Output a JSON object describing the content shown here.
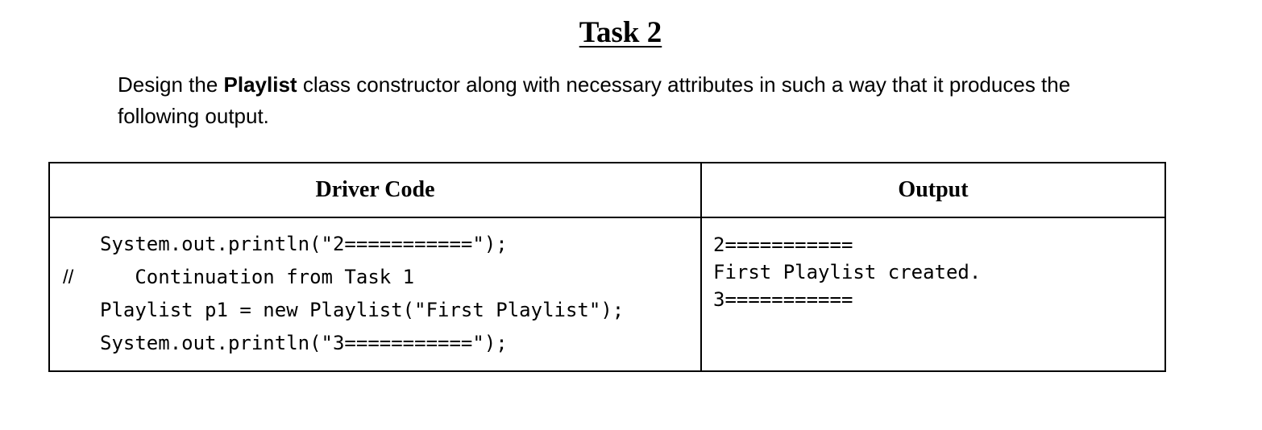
{
  "document": {
    "title": "Task 2",
    "intro": {
      "before": "Design the ",
      "bold": "Playlist",
      "after": " class constructor along with necessary attributes in such a way that it produces the following output."
    }
  },
  "table": {
    "headers": {
      "driver": "Driver Code",
      "output": "Output"
    },
    "driver_code": {
      "line1": "System.out.println(\"2===========\");",
      "line2_prefix": "//",
      "line2": "   Continuation from Task 1",
      "line3": "Playlist p1 = new Playlist(\"First Playlist\");",
      "line4": "System.out.println(\"3===========\");"
    },
    "output": {
      "line1": "2===========",
      "line2": "First Playlist created.",
      "line3": "3==========="
    }
  }
}
